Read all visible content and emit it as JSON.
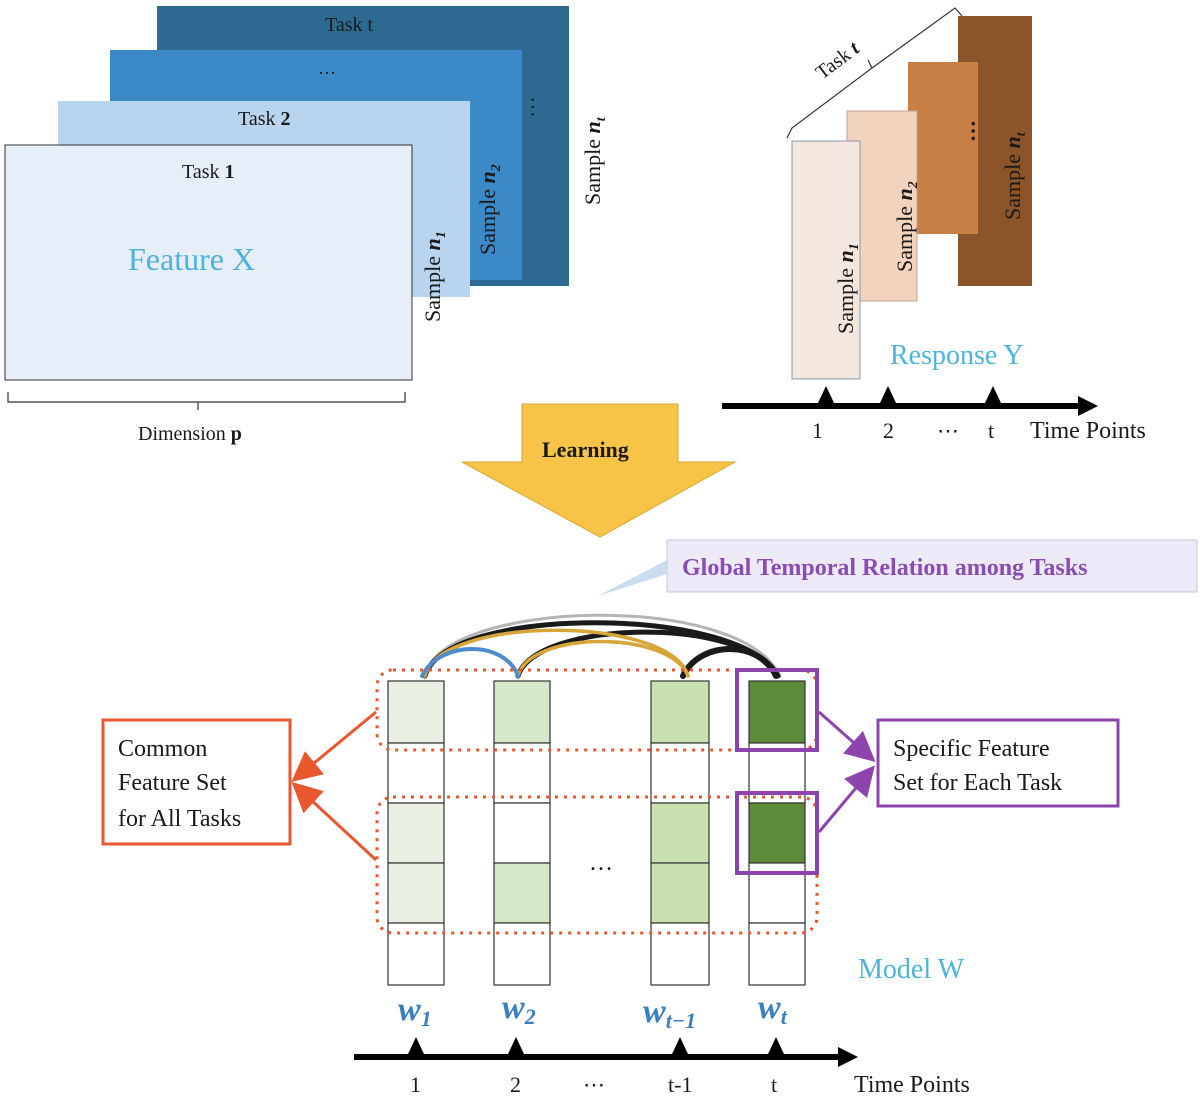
{
  "feature_stack": {
    "title": "Feature X",
    "layers": [
      {
        "task_prefix": "Task ",
        "task_id": "t",
        "sample_prefix": "Sample ",
        "sample_var": "n",
        "sample_sub": "t",
        "color": "#2d6a92"
      },
      {
        "task_prefix": "",
        "task_id": "…",
        "sample_prefix": "",
        "sample_var": "",
        "sample_sub": "",
        "dots": "…",
        "color": "#3b8ac7"
      },
      {
        "task_prefix": "Task ",
        "task_id": "2",
        "sample_prefix": "Sample ",
        "sample_var": "n",
        "sample_sub": "2",
        "color": "#b8d4ee"
      },
      {
        "task_prefix": "Task ",
        "task_id": "1",
        "sample_prefix": "Sample ",
        "sample_var": "n",
        "sample_sub": "1",
        "color": "#e6eef7"
      }
    ],
    "dimension_label": "Dimension ",
    "dimension_var": "p"
  },
  "response_stack": {
    "title": "Response Y",
    "brace_label_prefix": "Task ",
    "brace_label_var": "t",
    "bars": [
      {
        "sample_prefix": "Sample ",
        "sample_var": "n",
        "sample_sub": "1",
        "color": "#f4e7df"
      },
      {
        "sample_prefix": "Sample ",
        "sample_var": "n",
        "sample_sub": "2",
        "color": "#f2d3bd"
      },
      {
        "sample_prefix": "",
        "sample_var": "…",
        "sample_sub": "",
        "color": "#c87f45"
      },
      {
        "sample_prefix": "Sample ",
        "sample_var": "n",
        "sample_sub": "t",
        "color": "#8c5529"
      }
    ],
    "timeline": {
      "ticks": [
        "1",
        "2",
        "⋯",
        "t"
      ],
      "label": "Time Points"
    }
  },
  "learning_arrow": {
    "label": "Learning",
    "color": "#f7c447"
  },
  "global_relation": {
    "label": "Global Temporal Relation among Tasks",
    "text_color": "#8a4bb5",
    "bg_color": "#eceaf6"
  },
  "common_feature_box": {
    "lines": [
      "Common",
      "Feature Set",
      "for All Tasks"
    ],
    "color": "#e8572e"
  },
  "specific_feature_box": {
    "lines": [
      "Specific Feature",
      "Set for Each Task"
    ],
    "color": "#8e44ad"
  },
  "model": {
    "title": "Model W",
    "ellipsis": "…",
    "columns": [
      {
        "var": "w",
        "sub": "1"
      },
      {
        "var": "w",
        "sub": "2"
      },
      {
        "var": "w",
        "sub": "t−1"
      },
      {
        "var": "w",
        "sub": "t"
      }
    ],
    "cell_colors": {
      "light": "#e9f0e3",
      "mid": "#d6e8c8",
      "medium": "#c9e0b0",
      "dark": "#5e8b3a",
      "empty": "#ffffff"
    },
    "timeline": {
      "ticks": [
        "1",
        "2",
        "⋯",
        "t-1",
        "t"
      ],
      "label": "Time Points"
    }
  },
  "colors": {
    "accent_blue": "#4db3e0",
    "model_label_blue": "#3a7fc0",
    "arc_blue": "#4d8ccc",
    "arc_gold": "#d8a53b",
    "arc_black": "#1a1a1a",
    "arc_gray": "#b5b5b5"
  }
}
